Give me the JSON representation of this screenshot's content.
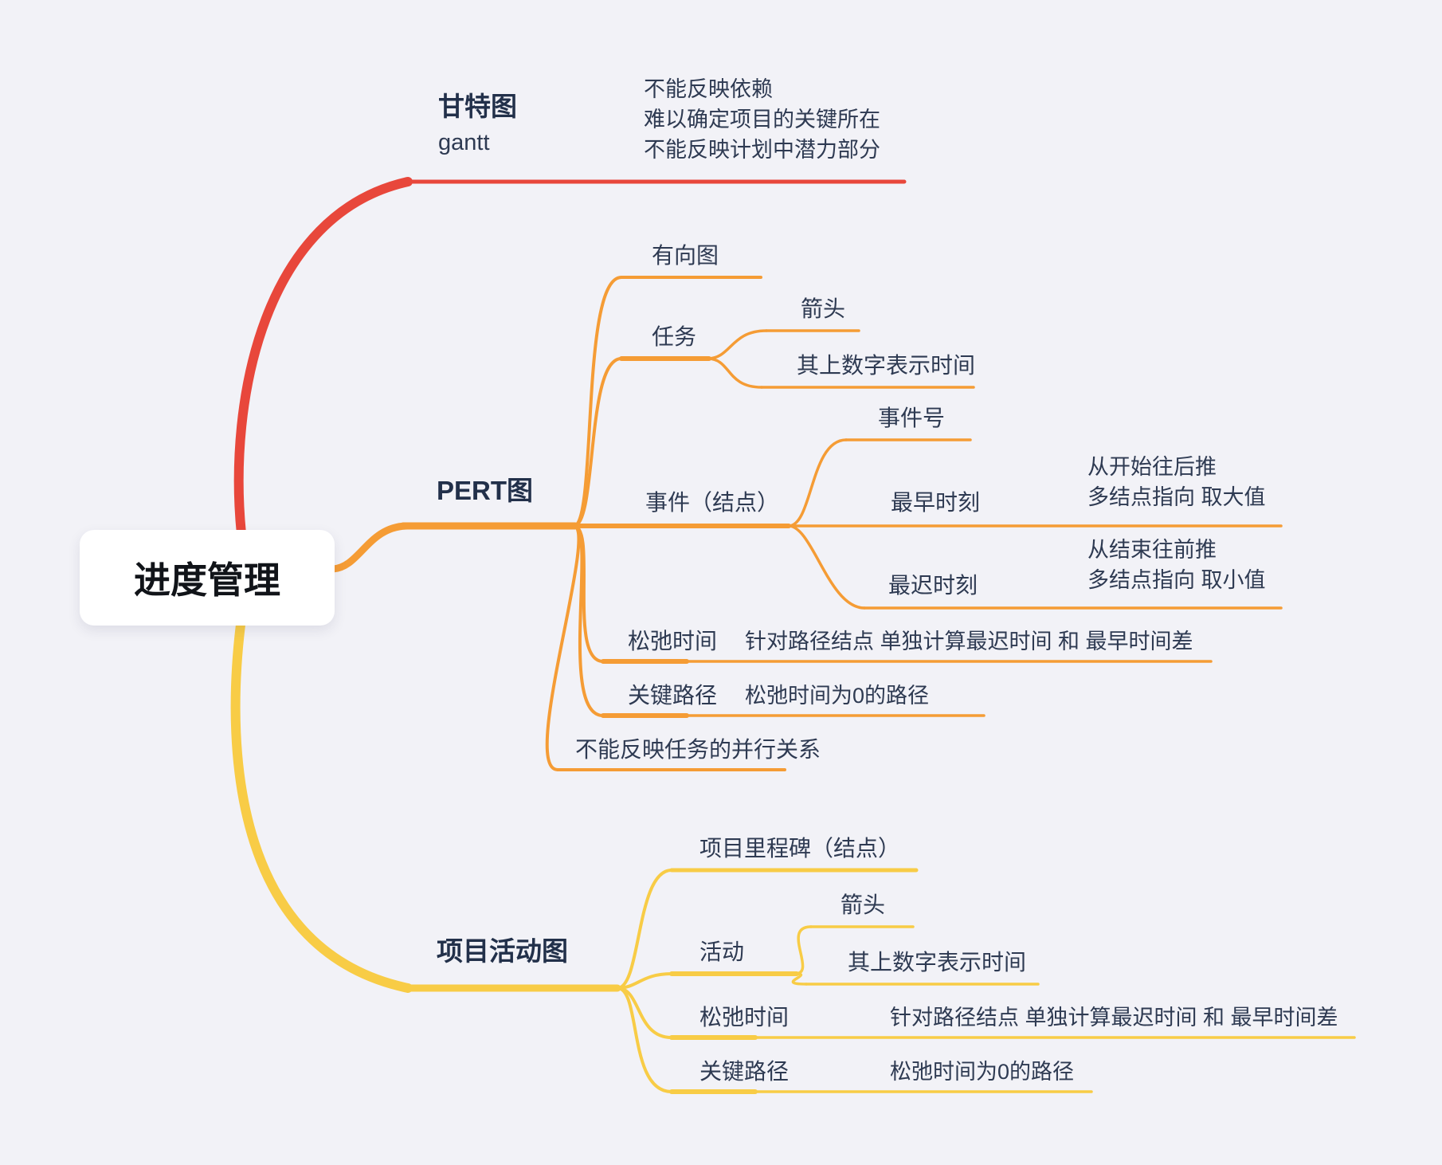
{
  "canvas": {
    "background": "#F2F2F7"
  },
  "colors": {
    "gantt_branch": "#E8473B",
    "pert_branch": "#F59C35",
    "activity_branch": "#F8CC46",
    "text": "#2E3A52"
  },
  "root": {
    "label": "进度管理"
  },
  "branches": {
    "gantt": {
      "label": "甘特图",
      "sublabel": "gantt",
      "note": "不能反映依赖\n难以确定项目的关键所在\n不能反映计划中潜力部分"
    },
    "pert": {
      "label": "PERT图",
      "children": {
        "digraph": {
          "label": "有向图"
        },
        "task": {
          "label": "任务",
          "children": {
            "arrow": {
              "label": "箭头"
            },
            "number": {
              "label": "其上数字表示时间"
            }
          }
        },
        "event": {
          "label": "事件（结点）",
          "children": {
            "event_no": {
              "label": "事件号"
            },
            "earliest": {
              "label": "最早时刻",
              "note": "从开始往后推\n多结点指向 取大值"
            },
            "latest": {
              "label": "最迟时刻",
              "note": "从结束往前推\n多结点指向 取小值"
            }
          }
        },
        "slack": {
          "label": "松弛时间",
          "note": "针对路径结点 单独计算最迟时间 和 最早时间差"
        },
        "critical_path": {
          "label": "关键路径",
          "note": "松弛时间为0的路径"
        },
        "parallel": {
          "label": "不能反映任务的并行关系"
        }
      }
    },
    "activity": {
      "label": "项目活动图",
      "children": {
        "milestone": {
          "label": "项目里程碑（结点）"
        },
        "act": {
          "label": "活动",
          "children": {
            "arrow": {
              "label": "箭头"
            },
            "number": {
              "label": "其上数字表示时间"
            }
          }
        },
        "slack": {
          "label": "松弛时间",
          "note": "针对路径结点 单独计算最迟时间 和 最早时间差"
        },
        "critical_path": {
          "label": "关键路径",
          "note": "松弛时间为0的路径"
        }
      }
    }
  }
}
